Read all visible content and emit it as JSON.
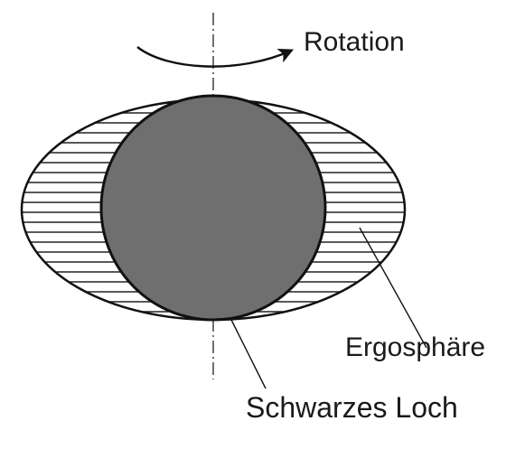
{
  "labels": {
    "rotation": "Rotation",
    "ergosphere": "Ergosphäre",
    "black_hole": "Schwarzes Loch"
  },
  "colors": {
    "outline": "#111111",
    "black_hole_fill": "#6f6f6f",
    "hatch": "#222222",
    "axis": "#333333",
    "background": "#ffffff"
  }
}
